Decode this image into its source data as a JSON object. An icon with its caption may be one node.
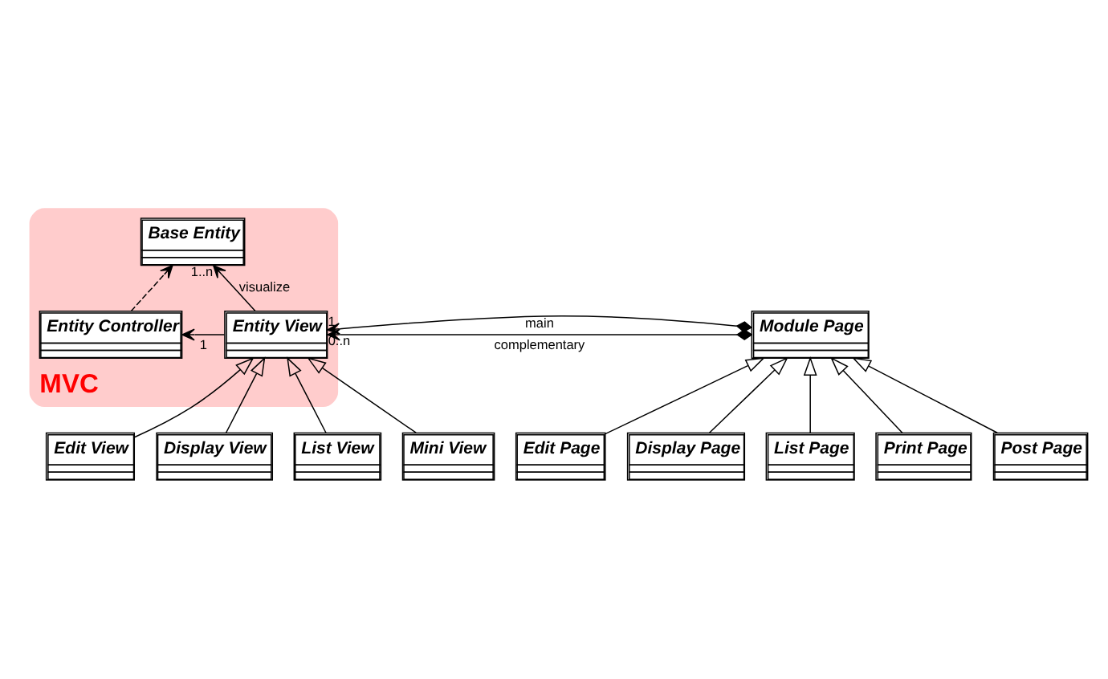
{
  "diagram": {
    "nodes": [
      {
        "text": [
          "MVC"
        ]
      },
      {
        "text": [
          "Base Entity"
        ],
        "in": 0
      },
      {
        "text": [
          "Entity View"
        ],
        "in": 0
      },
      {
        "text": [
          "Entity Controller"
        ],
        "in": 0
      },
      {
        "text": [
          "Module Page"
        ]
      },
      {
        "text": [
          "Edit View"
        ]
      },
      {
        "text": [
          "Display View"
        ]
      },
      {
        "text": [
          "List View"
        ]
      },
      {
        "text": [
          "Mini View"
        ]
      },
      {
        "text": [
          "Edit Page"
        ]
      },
      {
        "text": [
          "Display Page"
        ]
      },
      {
        "text": [
          "List Page"
        ]
      },
      {
        "text": [
          "Print Page"
        ]
      },
      {
        "text": [
          "Post Page"
        ]
      }
    ],
    "edges": [
      {
        "from": 2,
        "to": 1,
        "arrow": "to",
        "label": "visualize"
      },
      {
        "from": 2,
        "to": 3,
        "arrow": "to",
        "label": "1"
      },
      {
        "from": 3,
        "to": 1,
        "arrow": "to",
        "style": "dashed"
      },
      {
        "from": 4,
        "to": 2,
        "arrow": "to",
        "label": "main"
      },
      {
        "from": 4,
        "to": 2,
        "arrow": "to",
        "label": "complementary"
      },
      {
        "from": 5,
        "to": 2,
        "arrow": "to"
      },
      {
        "from": 6,
        "to": 2,
        "arrow": "to"
      },
      {
        "from": 7,
        "to": 2,
        "arrow": "to"
      },
      {
        "from": 8,
        "to": 2,
        "arrow": "to"
      },
      {
        "from": 9,
        "to": 4,
        "arrow": "to"
      },
      {
        "from": 10,
        "to": 4,
        "arrow": "to"
      },
      {
        "from": 11,
        "to": 4,
        "arrow": "to"
      },
      {
        "from": 12,
        "to": 4,
        "arrow": "to"
      },
      {
        "from": 13,
        "to": 4,
        "arrow": "to"
      }
    ],
    "labels": [
      "1..n",
      "1",
      "0..n"
    ]
  }
}
